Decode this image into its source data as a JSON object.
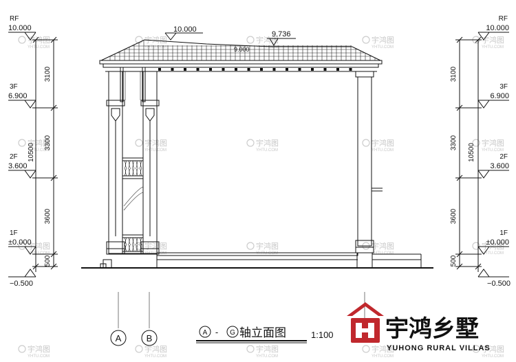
{
  "elevation": {
    "spot_top_left": "10.000",
    "spot_ridge": "9.736",
    "spot_ridge_obscured": "9.000"
  },
  "levels": [
    {
      "floor": "RF",
      "elev": "10.000"
    },
    {
      "floor": "3F",
      "elev": "6.900"
    },
    {
      "floor": "2F",
      "elev": "3.600"
    },
    {
      "floor": "1F",
      "elev": "±0.000"
    },
    {
      "floor": "",
      "elev": "−0.500"
    }
  ],
  "dimensions": {
    "segments": [
      "3100",
      "3300",
      "3600",
      "500"
    ],
    "total": "10500"
  },
  "axes": [
    "A",
    "B"
  ],
  "title": {
    "axis_from": "A",
    "dash": "-",
    "axis_to": "G",
    "suffix": "轴立面图",
    "scale": "1:100"
  },
  "brand": {
    "name_cn": "宇鸿乡墅",
    "name_en": "YUHONG RURAL VILLAS",
    "logo_color": "#c0282d"
  },
  "watermark": {
    "text": "宇鸿图",
    "sub": "YHTU.COM"
  }
}
